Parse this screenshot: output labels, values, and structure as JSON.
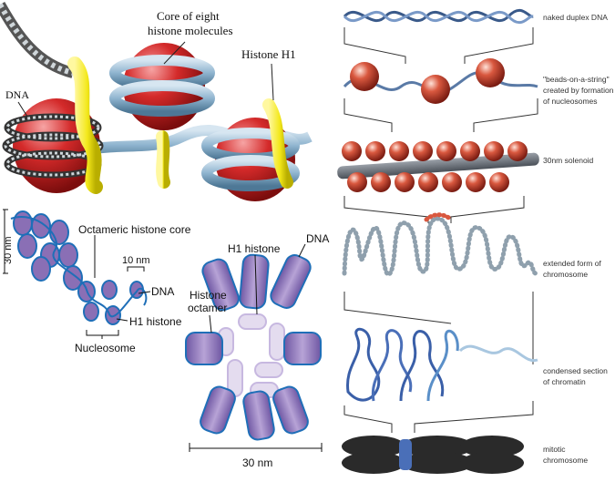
{
  "top_left": {
    "core_label_line1": "Core of eight",
    "core_label_line2": "histone molecules",
    "histone_h1": "Histone H1",
    "dna": "DNA"
  },
  "fiber": {
    "scale": "30 nm",
    "octameric_core": "Octameric histone core",
    "size_10nm": "10 nm",
    "dna": "DNA",
    "h1_histone": "H1 histone",
    "nucleosome": "Nucleosome"
  },
  "solenoid": {
    "h1_histone": "H1 histone",
    "dna": "DNA",
    "octamer_line1": "Histone",
    "octamer_line2": "octamer",
    "scale": "30 nm"
  },
  "levels": [
    {
      "line1": "naked duplex DNA",
      "line2": "",
      "line3": ""
    },
    {
      "line1": "\"beads-on-a-string\"",
      "line2": "created by formation",
      "line3": "of nucleosomes"
    },
    {
      "line1": "30nm solenoid",
      "line2": "",
      "line3": ""
    },
    {
      "line1": "extended form of",
      "line2": "chromosome",
      "line3": ""
    },
    {
      "line1": "condensed section",
      "line2": "of chromatin",
      "line3": ""
    },
    {
      "line1": "mitotic",
      "line2": "chromosome",
      "line3": ""
    }
  ],
  "colors": {
    "histone_red": "#d42a2a",
    "dna_blue": "#8fb4cf",
    "h1_yellow": "#f3e81a",
    "histone_purple": "#8a6fb5",
    "dna_dark_blue": "#1f6fb8",
    "bead_grey": "#8fa0ad",
    "chromosome_dark": "#2a2a2a"
  }
}
